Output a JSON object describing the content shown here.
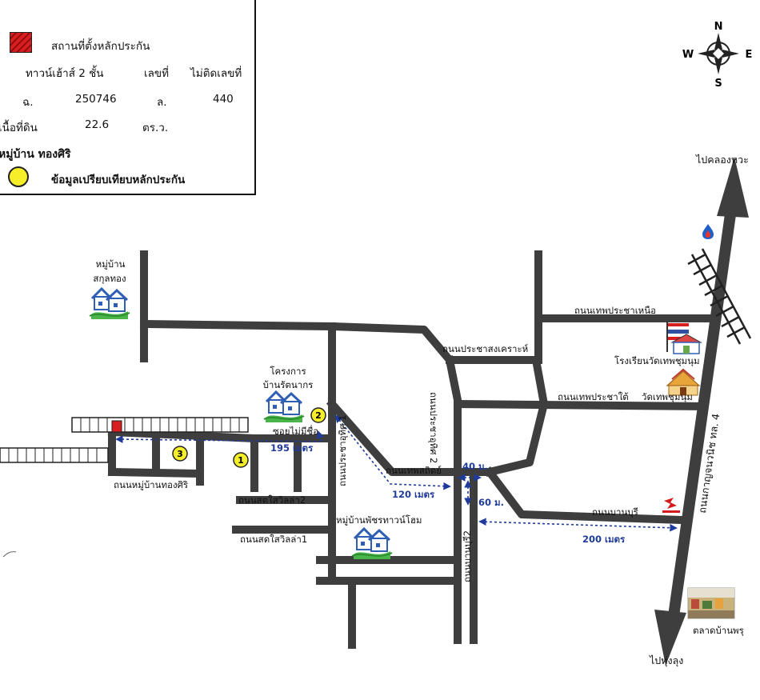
{
  "legend": {
    "title": "สถานที่ตั้งหลักประกัน",
    "headers": [
      "ทาวน์เฮ้าส์ 2 ชั้น",
      "เลขที่",
      "ไม่ติดเลขที่"
    ],
    "deed_row": [
      "ฉ.",
      "250746",
      "ล.",
      "440"
    ],
    "area_row": [
      "เนื้อที่ดิน",
      "22.6",
      "ตร.ว."
    ],
    "village": "หมู่บ้าน ทองศิริ",
    "compare_label": "ข้อมูลเปรียบเทียบหลักประกัน",
    "colors": {
      "collateral": "#d81e1e",
      "comparison": "#f7ee2a"
    }
  },
  "compass": {
    "n": "N",
    "s": "S",
    "e": "E",
    "w": "W"
  },
  "directions": {
    "north": "ไปคลองหวะ",
    "south": "ไปทุ่งลุง"
  },
  "roads": {
    "thepprachanuea": "ถนนเทพประชาเหนือ",
    "prachasongkhro": "ถนนประชาสงเคราะห์",
    "thepprachatai": "ถนนเทพประชาใต้",
    "soi_no_name": "ซอยไม่มีชื่อ",
    "thongsiri_road": "ถนนหมู่บ้านทองศิริ",
    "sotsawila2": "ถนนสดใสวิลล่า2",
    "sotsawila1": "ถนนสดใสวิลล่า1",
    "thepsathit": "ถนนเทพสถิตย์",
    "banburi": "ถนนบานบุรี",
    "prachauthit1": "ถนนประชาอุทิศ 1",
    "prachauthit2": "ถนนประชาอุทิศ 2",
    "banburi2": "ถนนบานบุรี2",
    "kanjanavanich": "ถนนกาญจนวนิช ทล. 4"
  },
  "places": {
    "sakunthong": [
      "หมู่บ้าน",
      "สกุลทอง"
    ],
    "rattanakorn": [
      "โครงการ",
      "บ้านรัตนากร"
    ],
    "phatcharatown": "หมู่บ้านพัชรทาวน์โฮม",
    "school": "โรงเรียนวัดเทพชุมนุม",
    "temple": "วัดเทพชุมนุม",
    "market": "ตลาดบ้านพรุ"
  },
  "distances": {
    "d195": "195 เมตร",
    "d120": "120 เมตร",
    "d40": "40 ม.",
    "d60": "60 ม.",
    "d200": "200 เมตร"
  },
  "markers": [
    "1",
    "2",
    "3"
  ],
  "colors": {
    "road": "#3e3e3e",
    "distance": "#1e3a9a",
    "house": "#2f5fb5",
    "grass": "#4ab54a"
  }
}
